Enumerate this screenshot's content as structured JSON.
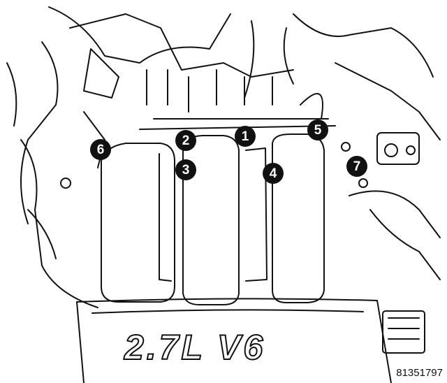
{
  "callouts": [
    {
      "id": "1",
      "label": "1"
    },
    {
      "id": "2",
      "label": "2"
    },
    {
      "id": "3",
      "label": "3"
    },
    {
      "id": "4",
      "label": "4"
    },
    {
      "id": "5",
      "label": "5"
    },
    {
      "id": "6",
      "label": "6"
    },
    {
      "id": "7",
      "label": "7"
    }
  ],
  "engine_cover_text": "2.7L V6",
  "figure_number": "81351797"
}
